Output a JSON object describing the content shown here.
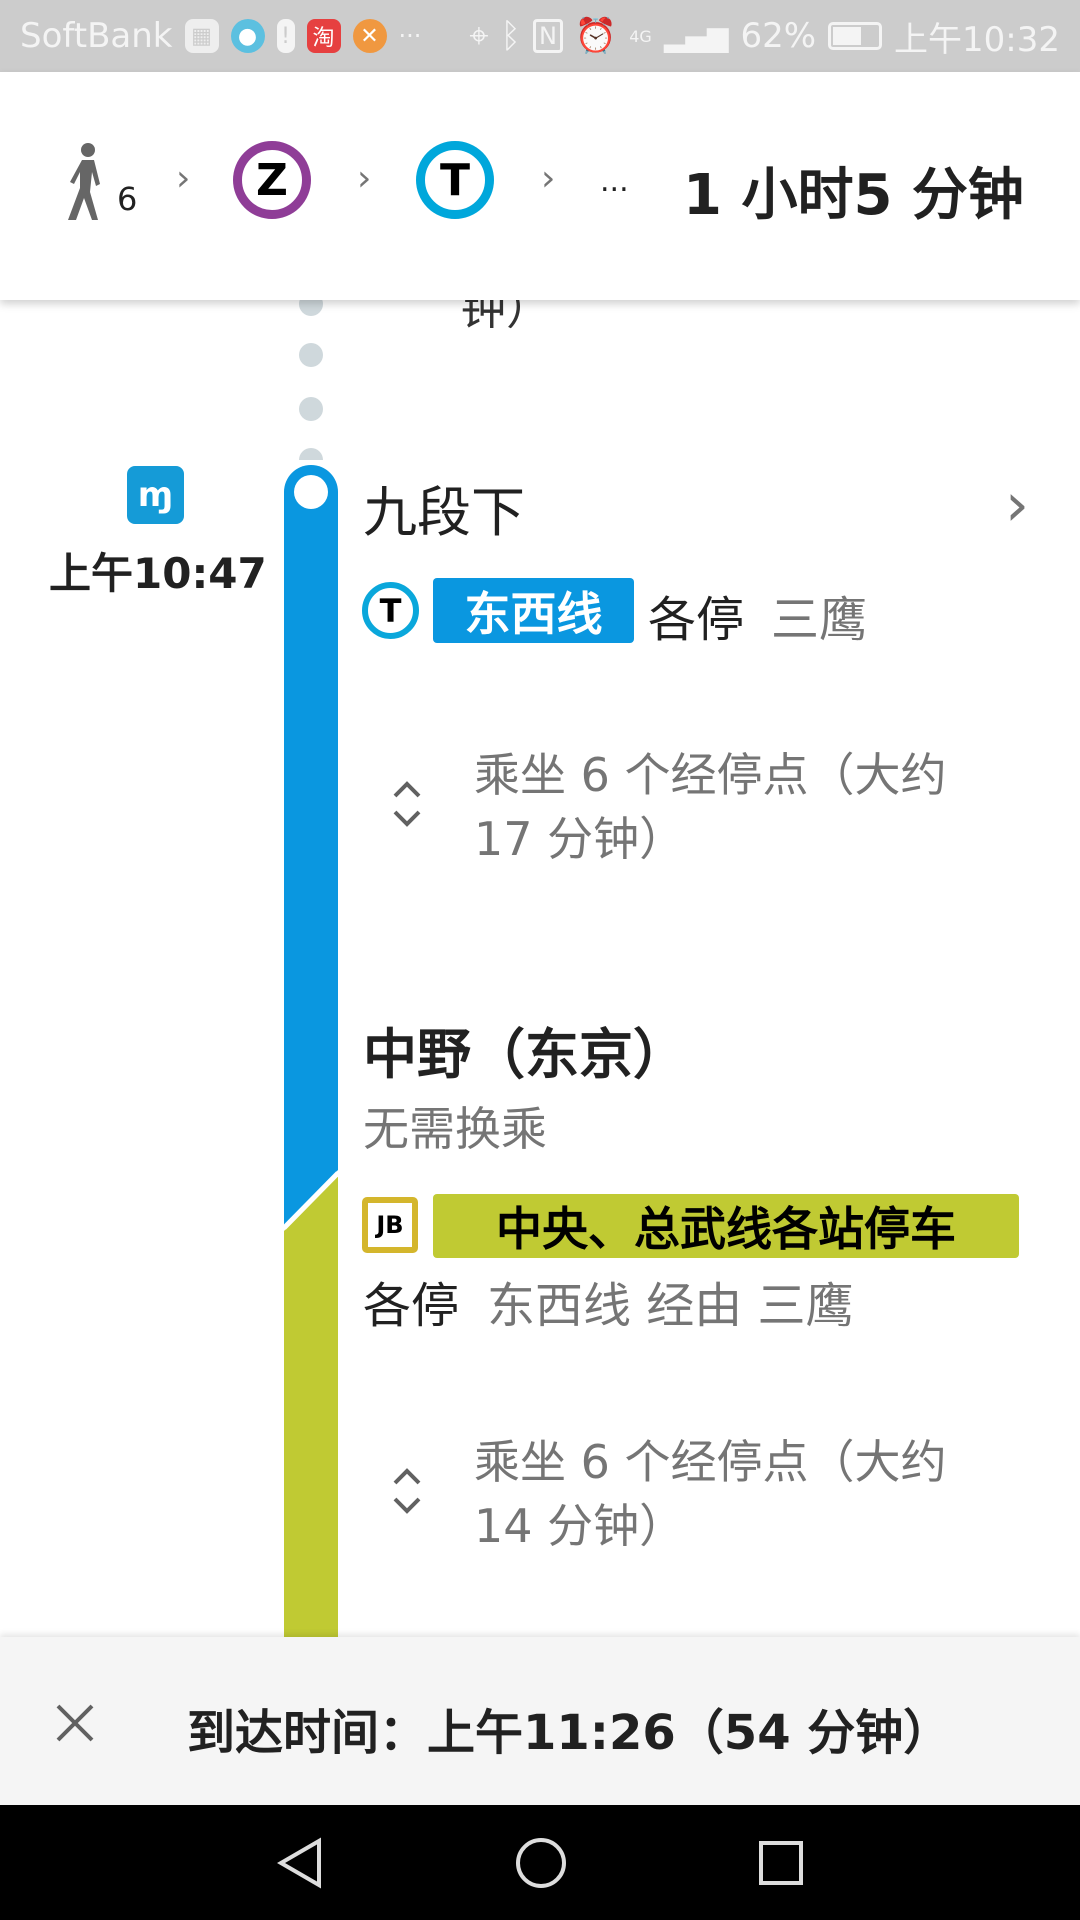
{
  "status_bar": {
    "carrier": "SoftBank",
    "notification_icons": [
      "train-icon",
      "baidu-icon",
      "battery-alert-icon",
      "taobao-icon",
      "app-icon"
    ],
    "more": "···",
    "network": "4G",
    "battery": "62%",
    "time": "上午10:32"
  },
  "header": {
    "walk_minutes": "6",
    "lines": [
      {
        "letter": "Z",
        "color": "#8f3d97"
      },
      {
        "letter": "T",
        "color": "#00a7db"
      }
    ],
    "more": "...",
    "duration": "1 小时5 分钟"
  },
  "timeline": {
    "prev_text_fragment": "钟）",
    "stop1": {
      "name": "九段下",
      "time": "上午10:47",
      "operator_icon": "tokyo-metro-icon",
      "line_letter": "T",
      "line_name": "东西线",
      "line_color": "#0a97e0",
      "service": "各停",
      "destination": "三鹰",
      "ride_text_1": "乘坐 6 个经停点（大约",
      "ride_text_2": "17 分钟）"
    },
    "stop2": {
      "name": "中野（东京）",
      "transfer": "无需换乘",
      "line_code": "JB",
      "line_name": "中央、总武线各站停车",
      "line_color": "#c0ca33",
      "service": "各停",
      "via": "东西线 经由 三鹰",
      "ride_text_1": "乘坐 6 个经停点（大约",
      "ride_text_2": "14 分钟）"
    }
  },
  "footer": {
    "arrival": "到达时间：上午11:26（54 分钟）"
  }
}
